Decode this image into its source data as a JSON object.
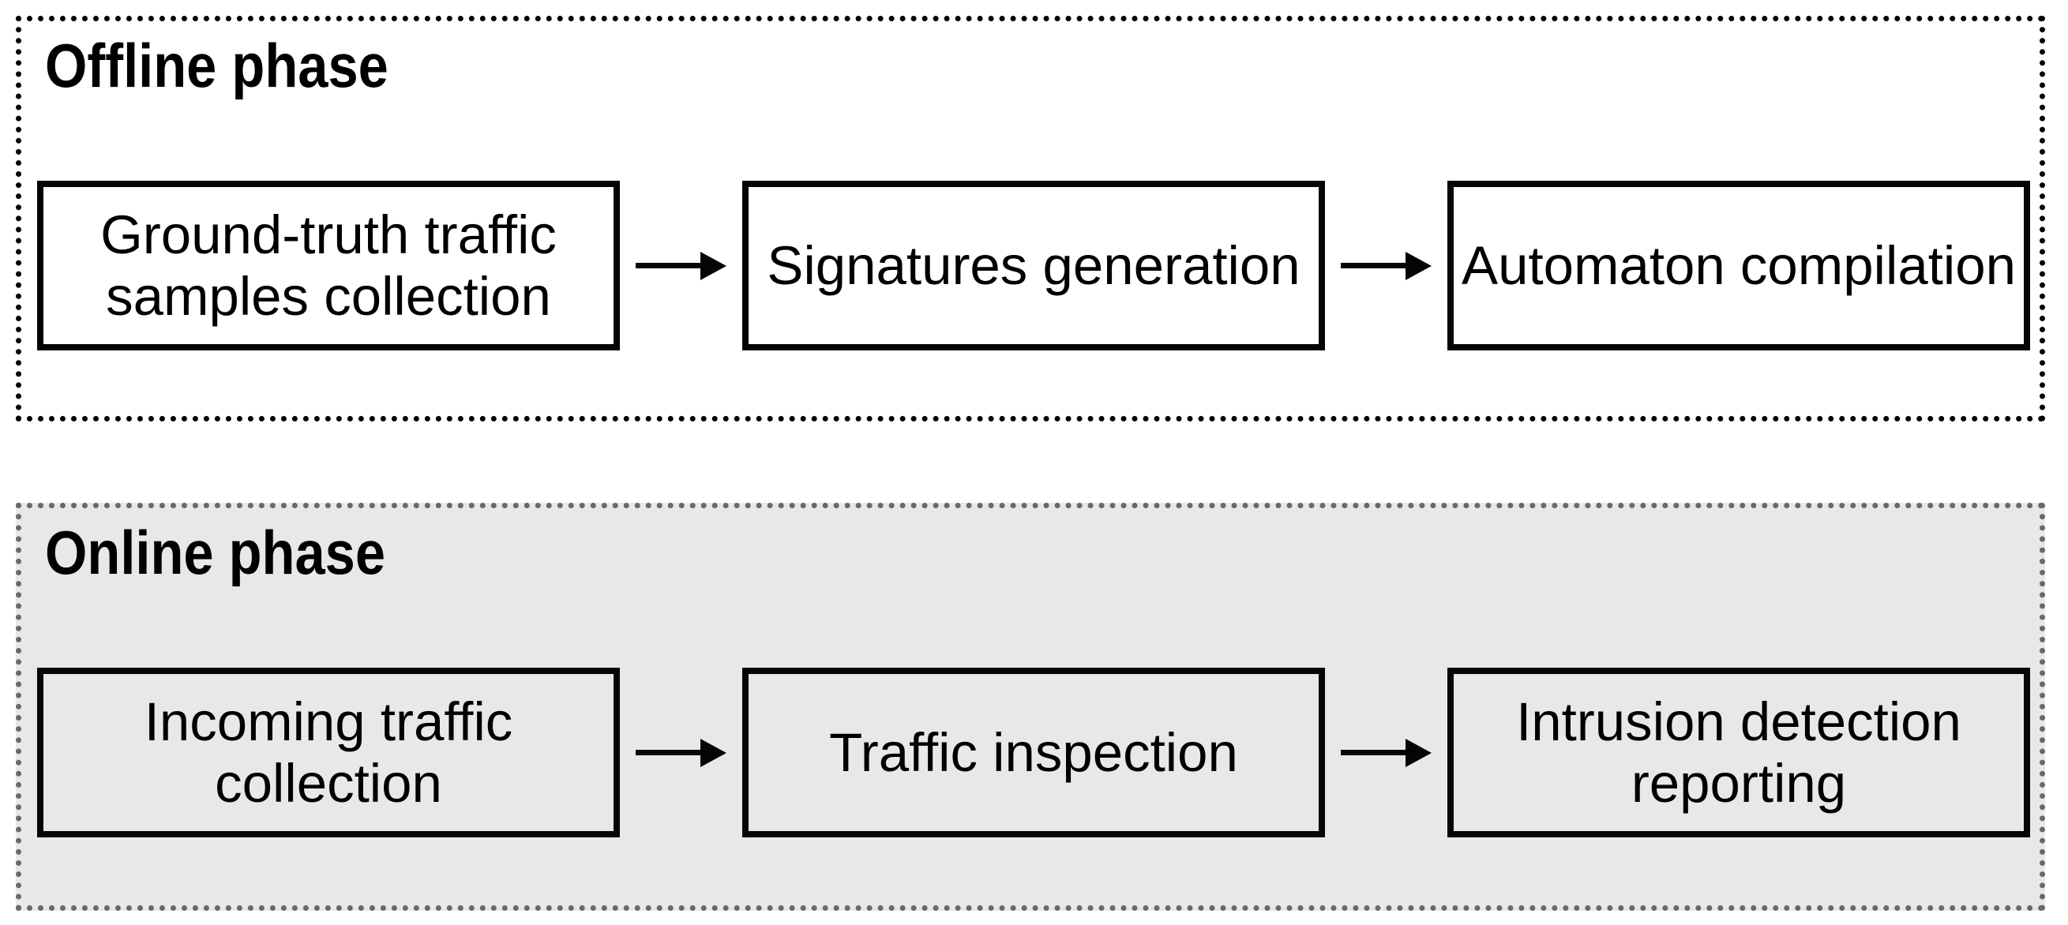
{
  "diagram": {
    "type": "flowchart",
    "phases": [
      {
        "title": "Offline phase",
        "steps": [
          {
            "label": "Ground-truth traffic samples collection",
            "lines": [
              "Ground-truth traffic",
              "samples collection"
            ]
          },
          {
            "label": "Signatures generation",
            "lines": [
              "Signatures generation"
            ]
          },
          {
            "label": "Automaton compilation",
            "lines": [
              "Automaton compilation"
            ]
          }
        ]
      },
      {
        "title": "Online phase",
        "steps": [
          {
            "label": "Incoming traffic collection",
            "lines": [
              "Incoming traffic",
              "collection"
            ]
          },
          {
            "label": "Traffic inspection",
            "lines": [
              "Traffic inspection"
            ]
          },
          {
            "label": "Intrusion detection reporting",
            "lines": [
              "Intrusion detection",
              "reporting"
            ]
          }
        ]
      }
    ],
    "colors": {
      "page_background": "#ffffff",
      "offline_background": "#ffffff",
      "online_background": "#e9e8e6",
      "offline_dotted_border": "#000000",
      "online_dotted_border": "#696969",
      "box_border": "#050505",
      "arrow": "#050505",
      "text": "#000000"
    }
  }
}
